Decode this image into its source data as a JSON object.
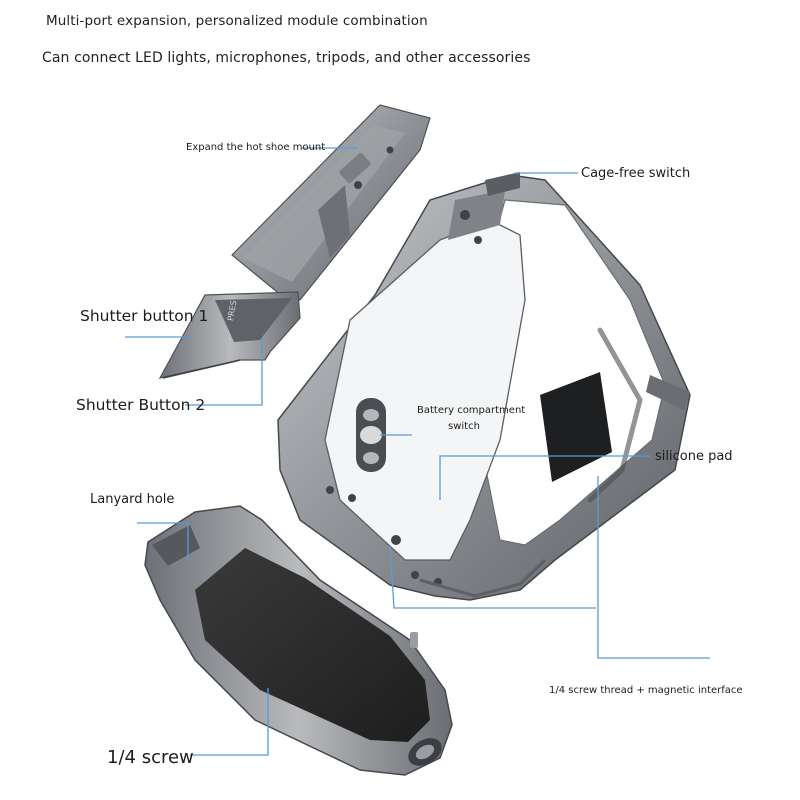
{
  "header": {
    "line1": "Multi-port expansion, personalized module combination",
    "line2": "Can connect LED lights, microphones, tripods, and other accessories"
  },
  "callouts": {
    "hot_shoe": "Expand the hot shoe mount",
    "cage_free": "Cage-free switch",
    "shutter_1": "Shutter button 1",
    "shutter_2": "Shutter Button 2",
    "battery_line1": "Battery compartment",
    "battery_line2": "switch",
    "silicone": "silicone pad",
    "lanyard": "Lanyard hole",
    "screw_magnetic": "1/4 screw thread + magnetic interface",
    "screw": "1/4 screw"
  },
  "colors": {
    "leader": "#5b9bd5",
    "metal": "#8a8d92",
    "metal_light": "#c4c6c9",
    "metal_dark": "#55585c",
    "leather": "#2b2b2b"
  },
  "plate_engraving": "PRES"
}
